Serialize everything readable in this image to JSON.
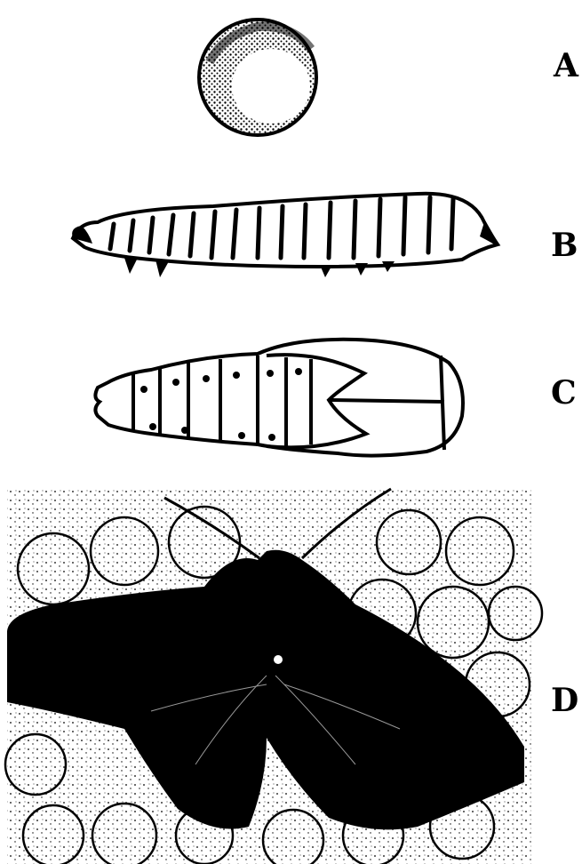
{
  "labels": {
    "egg": "A",
    "larva": "B",
    "pupa": "C",
    "adult": "D"
  },
  "colors": {
    "ink": "#000000",
    "paper": "#ffffff"
  }
}
